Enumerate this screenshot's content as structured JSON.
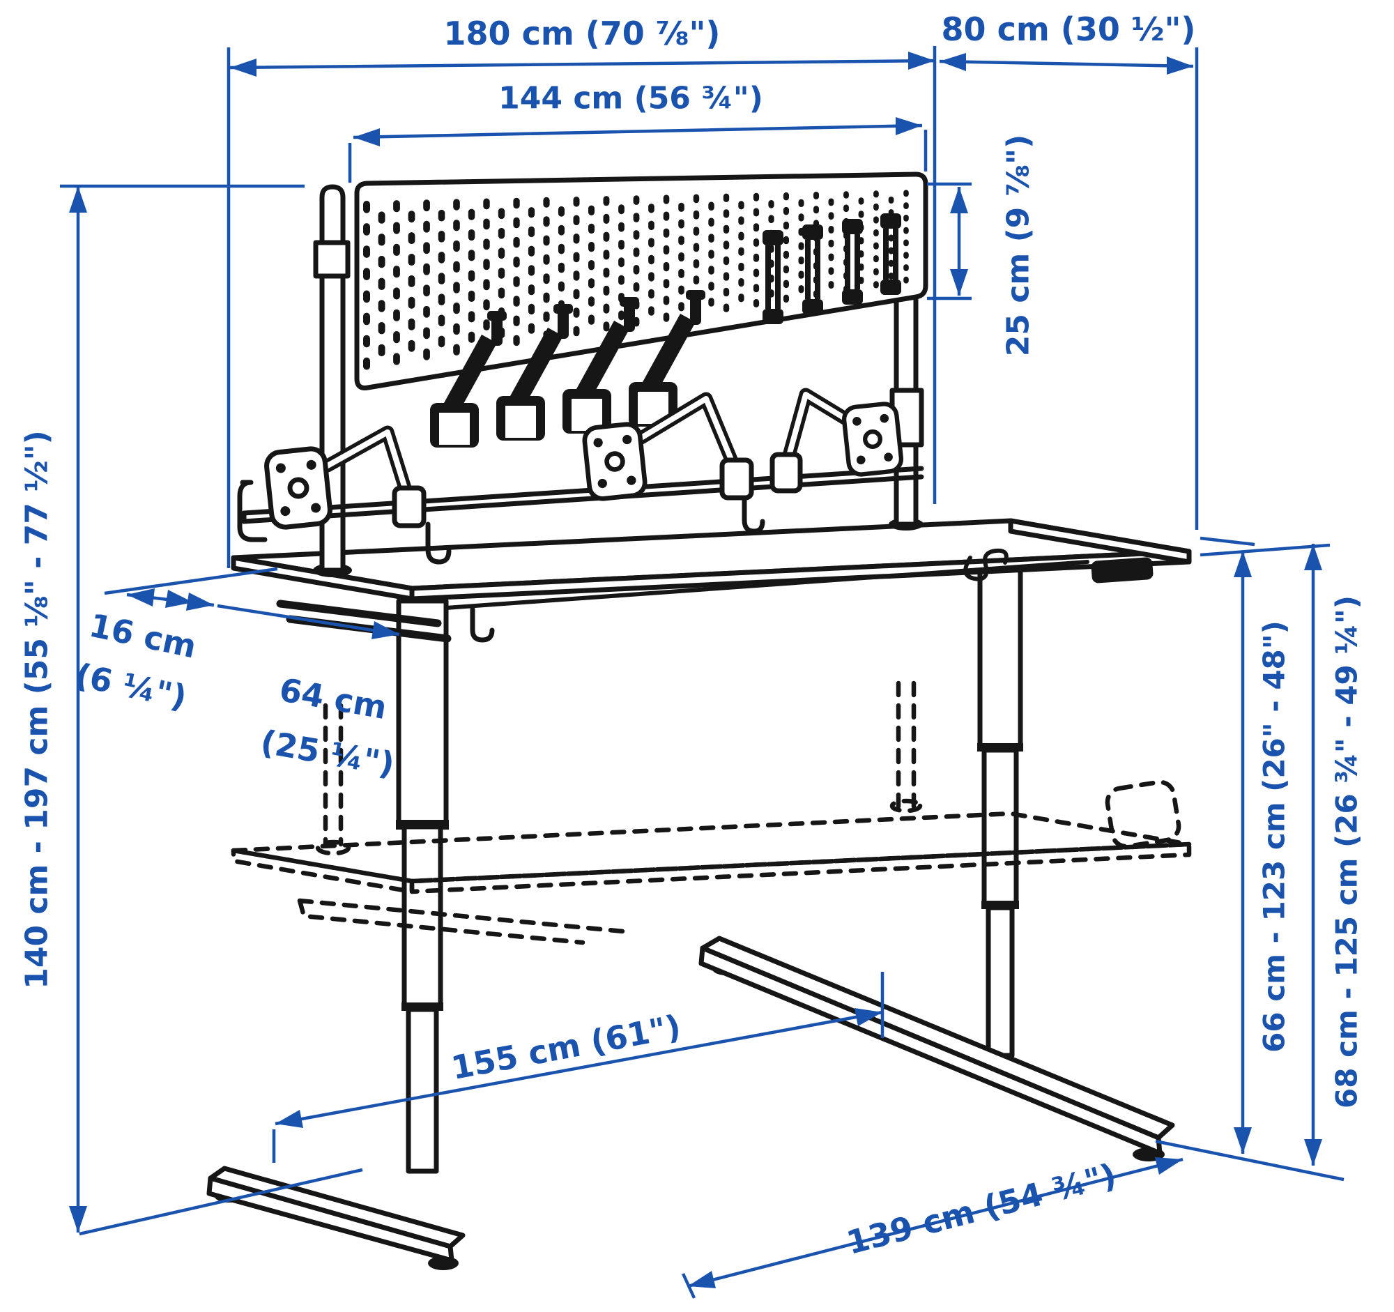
{
  "title": "Sit/stand desk with pegboard and monitor arms — dimension diagram",
  "colors": {
    "dimension_blue": "#1a53ae",
    "line_black": "#161616",
    "background": "#ffffff"
  },
  "dimensions": {
    "overall_width": {
      "label": "180 cm (70 ⅞\")"
    },
    "overall_depth": {
      "label": "80 cm (30 ½\")"
    },
    "pegboard_width": {
      "label": "144 cm (56 ¾\")"
    },
    "pegboard_height": {
      "label": "25 cm (9 ⅞\")"
    },
    "overall_height_range": {
      "label": "140 cm - 197 cm (55 ⅛\" - 77 ½\")"
    },
    "side_overhang": {
      "line1": "16 cm",
      "line2": "(6 ¼\")"
    },
    "side_depth": {
      "line1": "64 cm",
      "line2": "(25 ¼\")"
    },
    "frame_height_range": {
      "label": "66 cm - 123 cm (26\" - 48\")"
    },
    "tabletop_height_range": {
      "label": "68 cm - 125 cm (26 ¾\" - 49 ¼\")"
    },
    "leg_span": {
      "label": "155 cm (61\")"
    },
    "foot_span": {
      "label": "139 cm (54 ¾\")"
    }
  },
  "figure": {
    "parts": [
      "pegboard",
      "pegboard-hooks",
      "monitor-arms",
      "desktop",
      "legs",
      "t-feet",
      "lowered-position-outline"
    ]
  }
}
